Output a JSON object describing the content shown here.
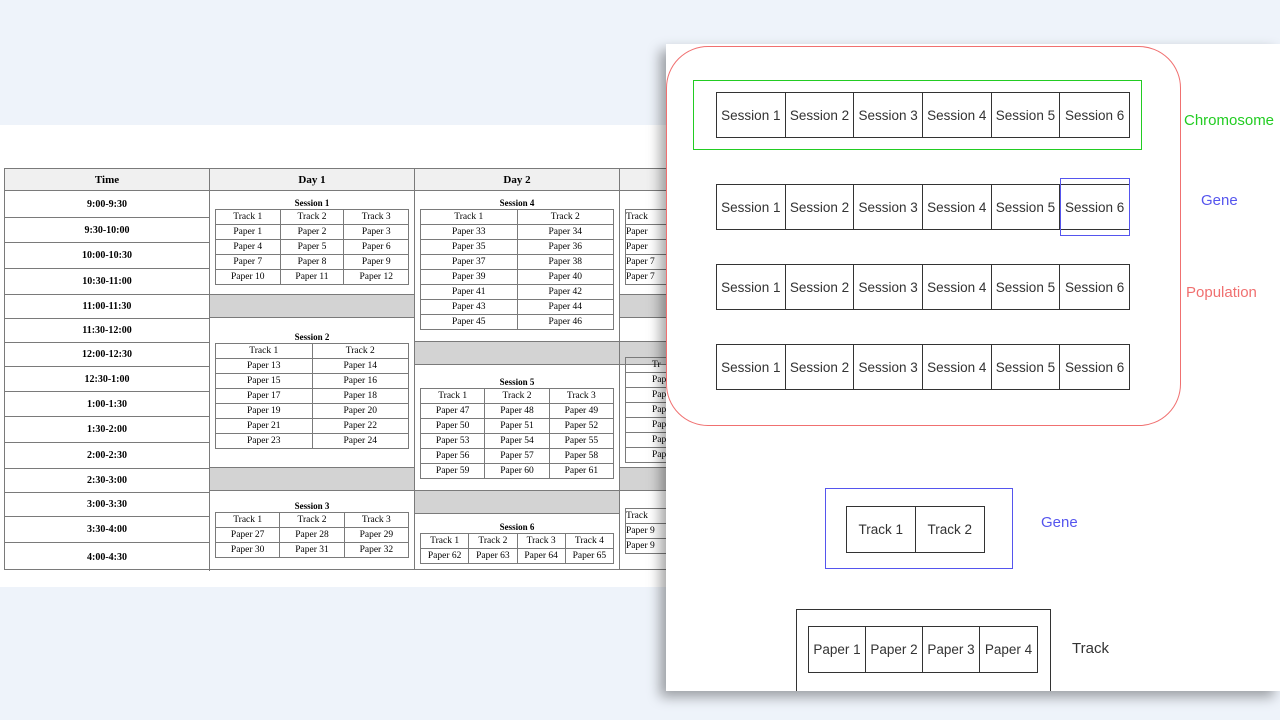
{
  "schedule": {
    "headers": {
      "time": "Time",
      "day1": "Day 1",
      "day2": "Day 2"
    },
    "times": [
      "9:00-9:30",
      "9:30-10:00",
      "10:00-10:30",
      "10:30-11:00",
      "11:00-11:30",
      "11:30-12:00",
      "12:00-12:30",
      "12:30-1:00",
      "1:00-1:30",
      "1:30-2:00",
      "2:00-2:30",
      "2:30-3:00",
      "3:00-3:30",
      "3:30-4:00",
      "4:00-4:30"
    ],
    "sessions": [
      {
        "title": "Session 1",
        "cols": [
          "Track 1",
          "Track 2",
          "Track 3"
        ],
        "rows": [
          [
            "Paper 1",
            "Paper 2",
            "Paper 3"
          ],
          [
            "Paper 4",
            "Paper 5",
            "Paper 6"
          ],
          [
            "Paper 7",
            "Paper 8",
            "Paper 9"
          ],
          [
            "Paper 10",
            "Paper 11",
            "Paper 12"
          ]
        ]
      },
      {
        "title": "Session 2",
        "cols": [
          "Track 1",
          "Track 2"
        ],
        "rows": [
          [
            "Paper 13",
            "Paper 14"
          ],
          [
            "Paper 15",
            "Paper 16"
          ],
          [
            "Paper 17",
            "Paper 18"
          ],
          [
            "Paper 19",
            "Paper 20"
          ],
          [
            "Paper 21",
            "Paper 22"
          ],
          [
            "Paper 23",
            "Paper 24"
          ]
        ]
      },
      {
        "title": "Session 3",
        "cols": [
          "Track 1",
          "Track 2",
          "Track 3"
        ],
        "rows": [
          [
            "Paper 27",
            "Paper 28",
            "Paper 29"
          ],
          [
            "Paper 30",
            "Paper 31",
            "Paper 32"
          ]
        ]
      },
      {
        "title": "Session 4",
        "cols": [
          "Track 1",
          "Track 2"
        ],
        "rows": [
          [
            "Paper 33",
            "Paper 34"
          ],
          [
            "Paper 35",
            "Paper 36"
          ],
          [
            "Paper 37",
            "Paper 38"
          ],
          [
            "Paper 39",
            "Paper 40"
          ],
          [
            "Paper 41",
            "Paper 42"
          ],
          [
            "Paper 43",
            "Paper 44"
          ],
          [
            "Paper 45",
            "Paper 46"
          ]
        ]
      },
      {
        "title": "Session 5",
        "cols": [
          "Track 1",
          "Track 2",
          "Track 3"
        ],
        "rows": [
          [
            "Paper 47",
            "Paper 48",
            "Paper 49"
          ],
          [
            "Paper 50",
            "Paper 51",
            "Paper 52"
          ],
          [
            "Paper 53",
            "Paper 54",
            "Paper 55"
          ],
          [
            "Paper 56",
            "Paper 57",
            "Paper 58"
          ],
          [
            "Paper 59",
            "Paper 60",
            "Paper 61"
          ]
        ]
      },
      {
        "title": "Session 6",
        "cols": [
          "Track 1",
          "Track 2",
          "Track 3",
          "Track 4"
        ],
        "rows": [
          [
            "Paper 62",
            "Paper 63",
            "Paper 64",
            "Paper 65"
          ]
        ]
      }
    ],
    "day3_partial": {
      "s1_cols": [
        "Track"
      ],
      "s1_rows": [
        [
          "Paper "
        ],
        [
          "Paper "
        ],
        [
          "Paper 7"
        ],
        [
          "Paper 7"
        ]
      ],
      "s2_cols": [
        "Tr"
      ],
      "s2_rows": [
        [
          "Pap"
        ],
        [
          "Pap"
        ],
        [
          "Pap"
        ],
        [
          "Pap"
        ],
        [
          "Pap"
        ],
        [
          "Pap"
        ]
      ],
      "s3_cols": [
        "Track"
      ],
      "s3_rows": [
        [
          "Paper 9"
        ],
        [
          "Paper 9"
        ]
      ]
    }
  },
  "diagram": {
    "session_cells": [
      "Session 1",
      "Session 2",
      "Session 3",
      "Session 4",
      "Session 5",
      "Session 6"
    ],
    "track_cells": [
      "Track 1",
      "Track 2"
    ],
    "paper_cells": [
      "Paper 1",
      "Paper 2",
      "Paper 3",
      "Paper 4"
    ],
    "labels": {
      "chromosome": "Chromosome",
      "gene1": "Gene",
      "population": "Population",
      "gene2": "Gene",
      "track": "Track"
    },
    "colors": {
      "chromosome": "#22cc22",
      "gene": "#5555ee",
      "population": "#f07070",
      "track_label": "#333333"
    }
  }
}
